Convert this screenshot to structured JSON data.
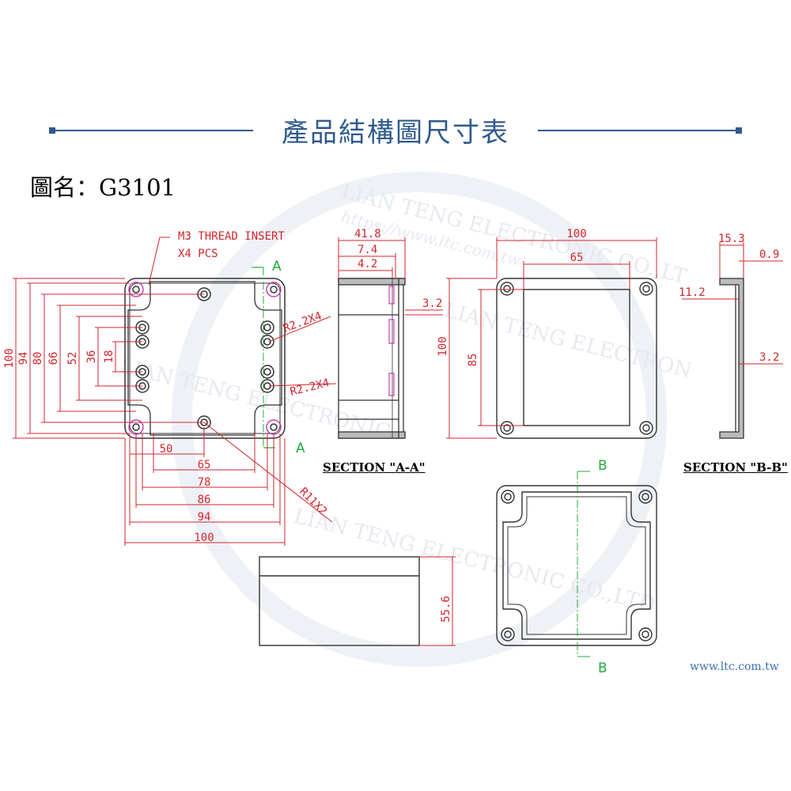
{
  "header": {
    "title": "產品結構圖尺寸表",
    "accent": "#2f5a8e",
    "figure_label": "圖名：G3101",
    "website": "www.ltc.com.tw"
  },
  "watermark": {
    "company": "LIAN TENG ELECTRONIC CO.,LT",
    "url": "https://www.ltc.com.tw"
  },
  "top_view": {
    "note_line1": "M3 THREAD INSERT",
    "note_line2": "X4 PCS",
    "vertical_dims": [
      "100",
      "94",
      "80",
      "66",
      "52",
      "36",
      "18"
    ],
    "horizontal_dims": [
      "50",
      "65",
      "78",
      "86",
      "94",
      "100"
    ],
    "radius_1": "R2.2X4",
    "radius_2": "R2.2X4",
    "radius_3": "R11X2",
    "cut_label_top": "A",
    "cut_label_bottom": "A"
  },
  "section_aa": {
    "caption": "SECTION \"A-A\"",
    "dims": [
      "41.8",
      "7.4",
      "4.2",
      "3.2"
    ]
  },
  "side_view": {
    "dims_h": [
      "100",
      "65"
    ],
    "dims_v": [
      "100",
      "85"
    ]
  },
  "section_bb": {
    "caption": "SECTION \"B-B\"",
    "dims": [
      "15.3",
      "0.9",
      "11.2",
      "3.2"
    ]
  },
  "front_view": {
    "height_dim": "55.6"
  },
  "bottom_view": {
    "cut_label_top": "B",
    "cut_label_bottom": "B"
  },
  "colors": {
    "dimension": "#d0262c",
    "outline": "#333333",
    "magenta": "#c2189c",
    "green": "#22a93a"
  }
}
